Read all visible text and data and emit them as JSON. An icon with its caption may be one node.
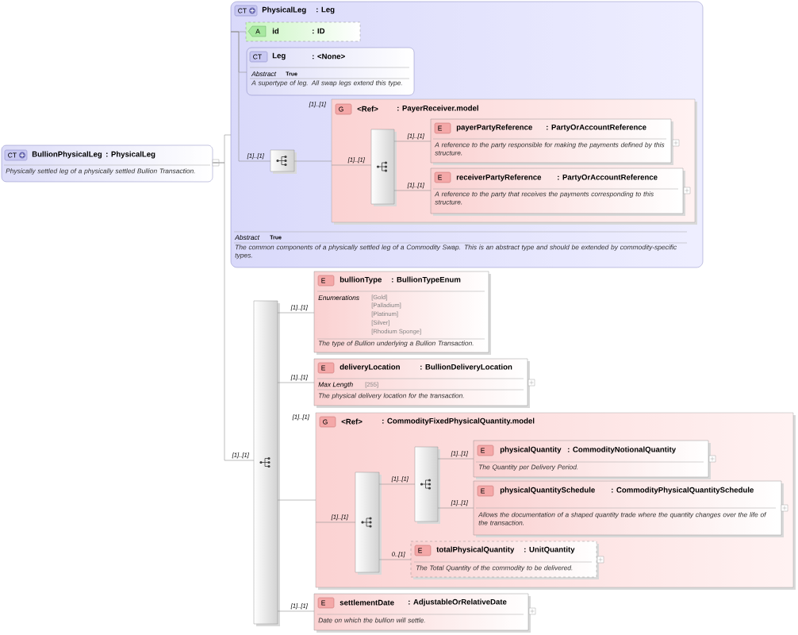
{
  "diagram": {
    "nodes": [
      {
        "text": [
          "CT",
          "BullionPhysicalLeg",
          ": PhysicalLeg",
          "Physically settled leg of a physically settled Bullion Transaction."
        ]
      },
      {
        "text": [
          "CT",
          "PhysicalLeg",
          ": Leg",
          "Abstract",
          "True",
          "The common components of a physically settled leg of a Commodity Swap. This is an abstract type and should be extended by commodity-specific types."
        ]
      },
      {
        "text": [
          "A",
          "id",
          ": ID"
        ],
        "in": 1
      },
      {
        "text": [
          "CT",
          "Leg",
          ": <None>",
          "Abstract",
          "True",
          "A supertype of leg. All swap legs extend this type."
        ],
        "in": 1
      },
      {
        "text": [],
        "shape": "box",
        "in": 1
      },
      {
        "text": [
          "G",
          "<Ref>",
          ": PayerReceiver.model"
        ],
        "beside": [
          "[1]..[1]"
        ],
        "in": 1
      },
      {
        "text": [],
        "shape": "box",
        "in": 5
      },
      {
        "text": [
          "E",
          "payerPartyReference",
          ": PartyOrAccountReference",
          "A reference to the party responsible for making the payments defined by this structure."
        ],
        "in": 5
      },
      {
        "text": [
          "E",
          "receiverPartyReference",
          ": PartyOrAccountReference",
          "A reference to the party that receives the payments corresponding to this structure."
        ],
        "in": 5
      },
      {
        "text": [],
        "shape": "box"
      },
      {
        "text": [
          "E",
          "bullionType",
          ": BullionTypeEnum",
          "Enumerations",
          "[Gold]",
          "[Palladium]",
          "[Platinum]",
          "[Silver]",
          "[Rhodium Sponge]",
          "The type of Bullion underlying a Bullion Transaction."
        ]
      },
      {
        "text": [
          "E",
          "deliveryLocation",
          ": BullionDeliveryLocation",
          "Max Length",
          "[255]",
          "The physical delivery location for the transaction."
        ]
      },
      {
        "text": [
          "G",
          "<Ref>",
          ": CommodityFixedPhysicalQuantity.model"
        ],
        "beside": [
          "[1]..[1]"
        ]
      },
      {
        "text": [],
        "shape": "box",
        "in": 12
      },
      {
        "text": [],
        "shape": "box",
        "in": 12
      },
      {
        "text": [
          "E",
          "physicalQuantity",
          ": CommodityNotionalQuantity",
          "The Quantity per Delivery Period."
        ],
        "in": 12
      },
      {
        "text": [
          "E",
          "physicalQuantitySchedule",
          ": CommodityPhysicalQuantitySchedule",
          "Allows the documentation of a shaped quantity trade where the quantity changes over the life of the transaction."
        ],
        "in": 12
      },
      {
        "text": [
          "E",
          "totalPhysicalQuantity",
          ": UnitQuantity",
          "The Total Quantity of the commodity to be delivered."
        ],
        "in": 12
      },
      {
        "text": [
          "E",
          "settlementDate",
          ": AdjustableOrRelativeDate",
          "Date on which the bullion will settle."
        ]
      }
    ],
    "edges": [
      {
        "from": 0,
        "to": 1,
        "arrow": "none"
      },
      {
        "from": 0,
        "to": 9,
        "arrow": "none",
        "label": "[1]..[1]"
      },
      {
        "from": 1,
        "to": 2,
        "arrow": "none"
      },
      {
        "from": 1,
        "to": 3,
        "arrow": "none"
      },
      {
        "from": 1,
        "to": 4,
        "arrow": "none",
        "label": "[1]..[1]"
      },
      {
        "from": 4,
        "to": 5,
        "arrow": "none"
      },
      {
        "from": 5,
        "to": 6,
        "arrow": "none",
        "label": "[1]..[1]"
      },
      {
        "from": 6,
        "to": 7,
        "arrow": "none",
        "label": "[1]..[1]"
      },
      {
        "from": 6,
        "to": 8,
        "arrow": "none",
        "label": "[1]..[1]"
      },
      {
        "from": 9,
        "to": 10,
        "arrow": "none",
        "label": "[1]..[1]"
      },
      {
        "from": 9,
        "to": 11,
        "arrow": "none",
        "label": "[1]..[1]"
      },
      {
        "from": 9,
        "to": 12,
        "arrow": "none"
      },
      {
        "from": 12,
        "to": 13,
        "arrow": "none",
        "label": "[1]..[1]"
      },
      {
        "from": 13,
        "to": 14,
        "arrow": "none",
        "label": "[1]..[1]"
      },
      {
        "from": 14,
        "to": 15,
        "arrow": "none",
        "label": "[1]..[1]"
      },
      {
        "from": 14,
        "to": 16,
        "arrow": "none",
        "label": "[1]..[1]"
      },
      {
        "from": 13,
        "to": 17,
        "arrow": "none",
        "label": "0..[1]"
      },
      {
        "from": 9,
        "to": 18,
        "arrow": "none",
        "label": "[1]..[1]"
      }
    ]
  }
}
